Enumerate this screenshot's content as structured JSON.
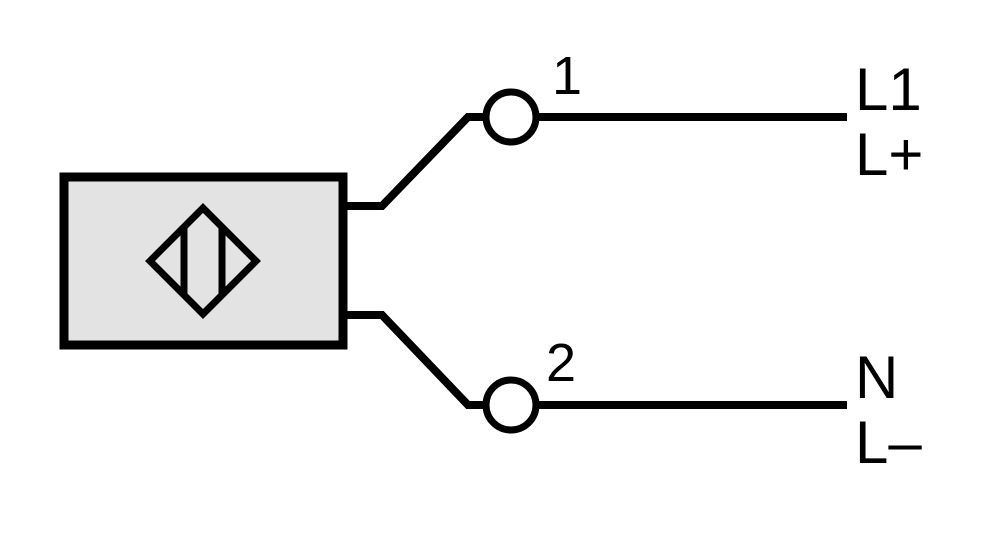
{
  "diagram": {
    "sensor": {
      "symbol": "inductive-proximity-sensor-symbol"
    },
    "terminals": [
      {
        "number": "1",
        "supply_primary": "L1",
        "supply_secondary": "L+"
      },
      {
        "number": "2",
        "supply_primary": "N",
        "supply_secondary": "L–"
      }
    ],
    "colors": {
      "line": "#000000",
      "box_fill": "#e3e3e3",
      "terminal_fill": "#ffffff"
    }
  }
}
